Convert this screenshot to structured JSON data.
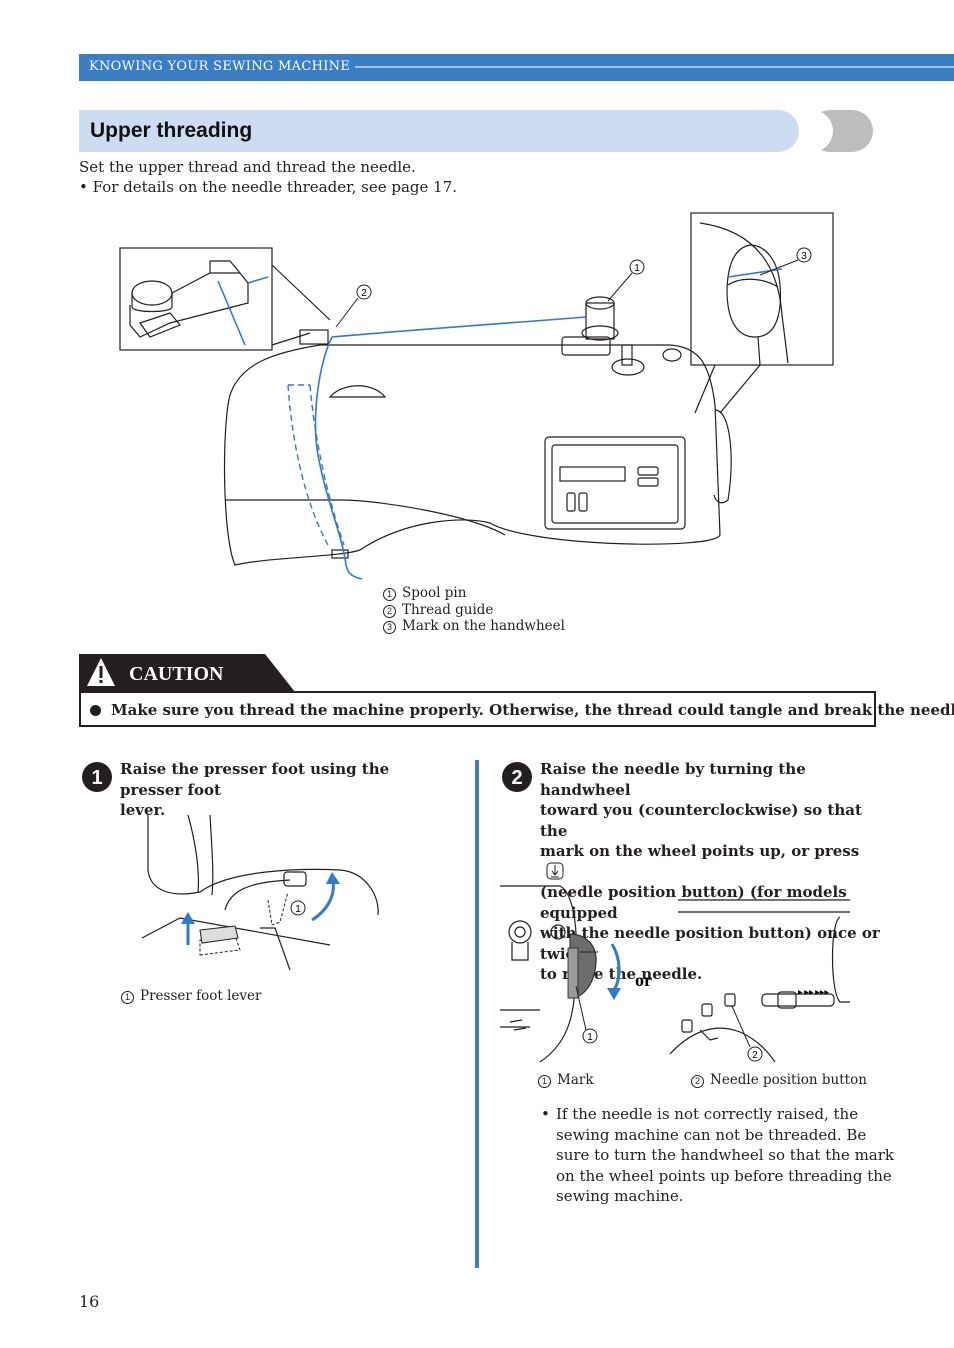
{
  "header": {
    "title": "KNOWING YOUR SEWING MACHINE"
  },
  "section": {
    "title": "Upper threading"
  },
  "intro": {
    "line1": "Set the upper thread and thread the needle.",
    "bullet": "• For details on the needle threader, see page 17."
  },
  "figure_main": {
    "callouts": [
      "1",
      "2",
      "3"
    ],
    "legend": [
      {
        "num": "1",
        "label": "Spool pin"
      },
      {
        "num": "2",
        "label": "Thread guide"
      },
      {
        "num": "3",
        "label": "Mark on the handwheel"
      }
    ]
  },
  "caution": {
    "label": "CAUTION",
    "message": "Make sure you thread the machine properly. Otherwise, the thread could tangle and break the needle."
  },
  "step1": {
    "num": "1",
    "text_line1": "Raise the presser foot using the presser foot",
    "text_line2": "lever.",
    "callout": "1",
    "legend": {
      "num": "1",
      "label": "Presser foot lever"
    }
  },
  "step2": {
    "num": "2",
    "lines": [
      "Raise the needle by turning the handwheel",
      "toward you (counterclockwise) so that the",
      "mark on the wheel points up, or press",
      "(needle position button) (for models equipped",
      "with the needle position button) once or twice",
      "to raise the needle."
    ],
    "or_label": "or",
    "callouts": [
      "1",
      "2"
    ],
    "legend": [
      {
        "num": "1",
        "label": "Mark"
      },
      {
        "num": "2",
        "label": "Needle position button"
      }
    ],
    "note_lines": [
      "If the needle is not correctly raised, the",
      "sewing machine can not be threaded. Be",
      "sure to turn the handwheel so that the mark",
      "on the wheel points up before threading the",
      "sewing machine."
    ]
  },
  "page_number": "16",
  "colors": {
    "accent": "#3a7ec6",
    "heading_bg": "#ccdcf1",
    "thread": "#2d7ad1"
  }
}
